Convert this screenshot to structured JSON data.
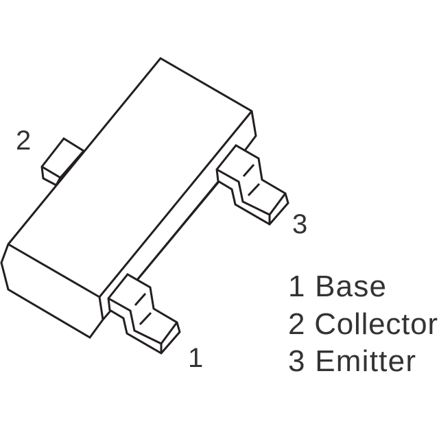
{
  "diagram": {
    "pin_labels": {
      "pin1": "1",
      "pin2": "2",
      "pin3": "3"
    },
    "legend": [
      {
        "text": "1 Base"
      },
      {
        "text": "2 Collector"
      },
      {
        "text": "3 Emitter"
      }
    ],
    "line_color": "#231f20",
    "text_color": "#333333"
  }
}
